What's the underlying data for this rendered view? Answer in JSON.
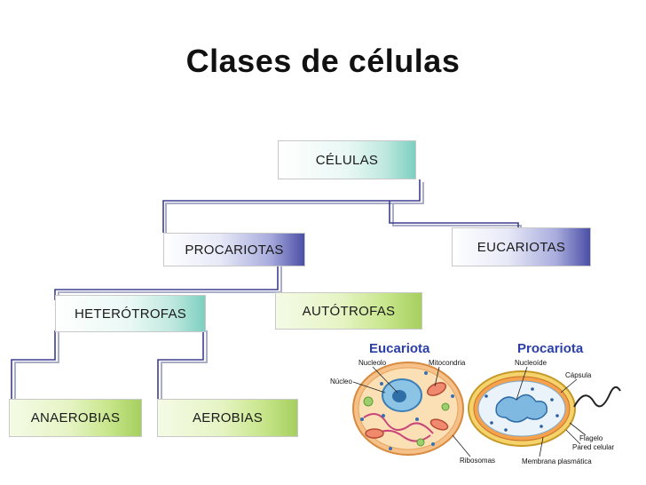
{
  "title": "Clases de células",
  "nodes": {
    "root": "CÉLULAS",
    "prokaryotes": "PROCARIOTAS",
    "eukaryotes": "EUCARIOTAS",
    "heterotrophs": "HETERÓTROFAS",
    "autotrophs": "AUTÓTROFAS",
    "anaerobes": "ANAEROBIAS",
    "aerobes": "AEROBIAS"
  },
  "illustration": {
    "eukaryote_title": "Eucariota",
    "prokaryote_title": "Procariota",
    "labels": {
      "nucleolus": "Nucleolo",
      "mitochondria": "Mitocondria",
      "nucleus": "Núcleo",
      "ribosomes": "Ribosomas",
      "nucleoid": "Nucleoíde",
      "capsule": "Cápsula",
      "flagellum": "Flagelo",
      "cell_wall": "Pared celular",
      "plasma_membrane": "Membrana plasmática"
    }
  },
  "colors": {
    "connector": "#3d3f8f",
    "connector_shadow": "#a9adc8",
    "title_accent": "#2b3fa6"
  }
}
